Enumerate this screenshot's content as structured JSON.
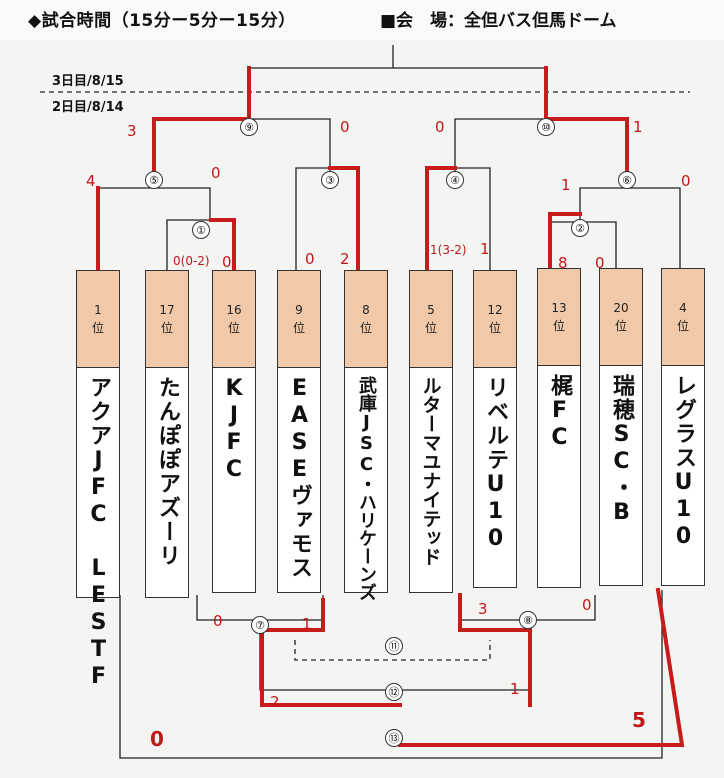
{
  "header": {
    "title": "◆試合時間（15分ー5分ー15分）",
    "venue": "■会　場：全但バス但馬ドーム"
  },
  "days": {
    "day3": "3日目/8/15",
    "day2": "2日目/8/14"
  },
  "teams": [
    {
      "rank": "1",
      "suffix": "位",
      "name": "アクアJFC LESTF"
    },
    {
      "rank": "17",
      "suffix": "位",
      "name": "たんぽぽアズーリ"
    },
    {
      "rank": "16",
      "suffix": "位",
      "name": "KJFC"
    },
    {
      "rank": "9",
      "suffix": "位",
      "name": "EASEヴァモス"
    },
    {
      "rank": "8",
      "suffix": "位",
      "name": "武庫JSC・ハリケーンズ"
    },
    {
      "rank": "5",
      "suffix": "位",
      "name": "ルターマユナイテッド"
    },
    {
      "rank": "12",
      "suffix": "位",
      "name": "リベルテU10"
    },
    {
      "rank": "13",
      "suffix": "位",
      "name": "梶FC"
    },
    {
      "rank": "20",
      "suffix": "位",
      "name": "瑞穂SC・B"
    },
    {
      "rank": "4",
      "suffix": "位",
      "name": "レグラスU10"
    }
  ],
  "match_numbers": [
    "①",
    "②",
    "④",
    "⑤",
    "③",
    "⑥",
    "⑨",
    "⑩",
    "⑦",
    "⑧",
    "⑪",
    "⑫",
    "⑬"
  ],
  "scores": {
    "m1_left": "0(0-2)",
    "m1_right": "0",
    "m2_left": "8",
    "m2_right": "0",
    "m5_left": "4",
    "m5_right": "0",
    "m3_left": "0",
    "m3_right": "2",
    "m4_left": "1(3-2)",
    "m4_right": "1",
    "m6_left": "1",
    "m6_right": "0",
    "m9_left": "3",
    "m9_right": "0",
    "m10_left": "0",
    "m10_right": "1",
    "m7_left": "0",
    "m7_right": "1",
    "m8_left": "3",
    "m8_right": "0",
    "m12_left": "2",
    "m12_right": "1",
    "m13_left": "0",
    "m13_right": "5"
  }
}
